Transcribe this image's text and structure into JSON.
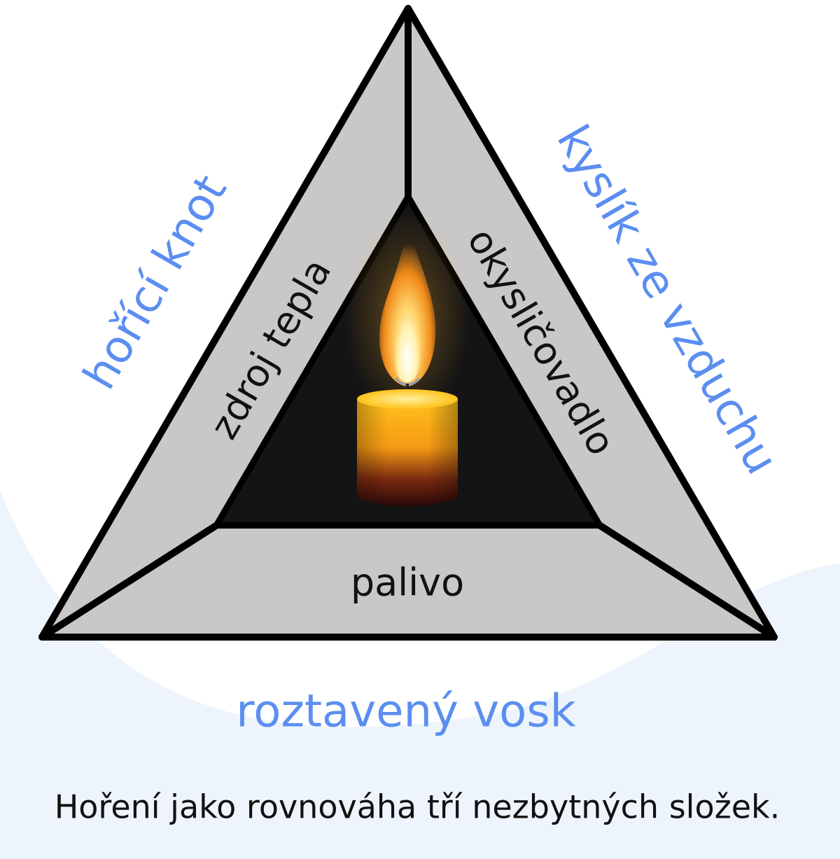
{
  "diagram": {
    "inner_labels": {
      "left": "zdroj tepla",
      "right": "okysličovadlo",
      "bottom": "palivo"
    },
    "outer_labels": {
      "left": "hořící knot",
      "right": "kyslík ze vzduchu",
      "bottom": "roztavený vosk"
    },
    "caption": "Hoření jako rovnováha tří nezbytných složek."
  },
  "colors": {
    "frame_fill": "#c8c8c8",
    "outline": "#000000",
    "inner_fill": "#141414",
    "outer_label": "#5b8ef0",
    "inner_label": "#111111",
    "caption": "#111111",
    "background_tint": "#eef4fb"
  }
}
